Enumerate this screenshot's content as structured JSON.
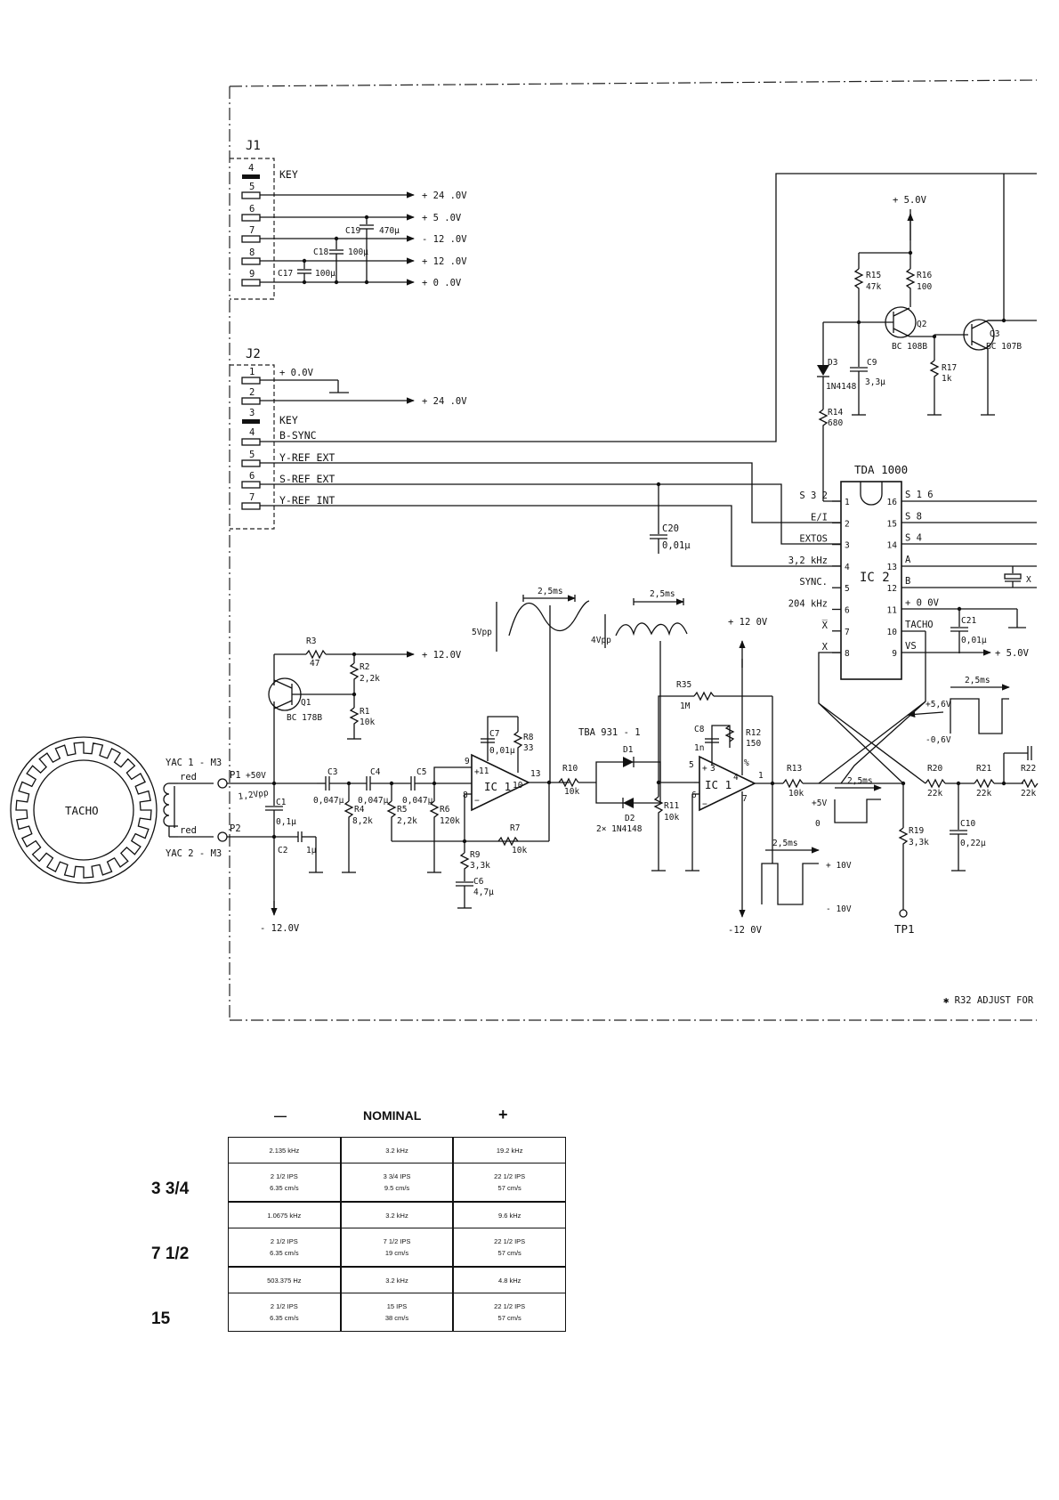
{
  "connectors": {
    "j1": {
      "title": "J1",
      "key_label": "KEY",
      "pins": [
        {
          "num": "4",
          "key": true,
          "label": "KEY"
        },
        {
          "num": "5",
          "out": "+ 24 .0V"
        },
        {
          "num": "6",
          "out": "+  5 .0V"
        },
        {
          "num": "7",
          "out": "- 12 .0V"
        },
        {
          "num": "8",
          "out": "+ 12 .0V"
        },
        {
          "num": "9",
          "out": "+  0 .0V"
        }
      ],
      "caps": {
        "c19": "C19",
        "c19_val": "470μ",
        "c18": "C18",
        "c18_val": "100μ",
        "c17": "C17",
        "c17_val": "100μ"
      }
    },
    "j2": {
      "title": "J2",
      "pins": [
        {
          "num": "1",
          "label": "+ 0.0V"
        },
        {
          "num": "2",
          "label": "",
          "out": "+ 24 .0V"
        },
        {
          "num": "3",
          "key": true,
          "label": "KEY"
        },
        {
          "num": "4",
          "label": "B-SYNC"
        },
        {
          "num": "5",
          "label": "Y-REF EXT"
        },
        {
          "num": "6",
          "label": "S-REF EXT"
        },
        {
          "num": "7",
          "label": "Y-REF INT"
        }
      ]
    }
  },
  "components": {
    "q1": {
      "ref": "Q1",
      "part": "BC 178B"
    },
    "q2": {
      "ref": "Q2",
      "part": "BC 108B"
    },
    "q3": {
      "ref": "Q3",
      "part": "BC 107B"
    },
    "r1": {
      "ref": "R1",
      "val": "10k"
    },
    "r2": {
      "ref": "R2",
      "val": "2,2k"
    },
    "r3": {
      "ref": "R3",
      "val": "47"
    },
    "r4": {
      "ref": "R4",
      "val": "8,2k"
    },
    "r5": {
      "ref": "R5",
      "val": "2,2k"
    },
    "r6": {
      "ref": "R6",
      "val": "120k"
    },
    "r7": {
      "ref": "R7",
      "val": "10k"
    },
    "r8": {
      "ref": "R8",
      "val": "33"
    },
    "r9": {
      "ref": "R9",
      "val": "3,3k"
    },
    "r10": {
      "ref": "R10",
      "val": "10k"
    },
    "r11": {
      "ref": "R11",
      "val": "10k"
    },
    "r12": {
      "ref": "R12",
      "val": "150"
    },
    "r13": {
      "ref": "R13",
      "val": "10k"
    },
    "r14": {
      "ref": "R14",
      "val": "680"
    },
    "r15": {
      "ref": "R15",
      "val": "47k"
    },
    "r16": {
      "ref": "R16",
      "val": "100"
    },
    "r17": {
      "ref": "R17",
      "val": "1k"
    },
    "r19": {
      "ref": "R19",
      "val": "3,3k"
    },
    "r20": {
      "ref": "R20",
      "val": "22k"
    },
    "r21": {
      "ref": "R21",
      "val": "22k"
    },
    "r22": {
      "ref": "R22",
      "val": "22k"
    },
    "r35": {
      "ref": "R35",
      "val": "1M"
    },
    "c1": {
      "ref": "C1",
      "val": "0,1μ"
    },
    "c2": {
      "ref": "C2",
      "val": "1μ"
    },
    "c3": {
      "ref": "C3",
      "val": "0,047μ"
    },
    "c4": {
      "ref": "C4",
      "val": "0,047μ"
    },
    "c5": {
      "ref": "C5",
      "val": "0,047μ"
    },
    "c6": {
      "ref": "C6",
      "val": "4,7μ"
    },
    "c7": {
      "ref": "C7",
      "val": "0,01μ"
    },
    "c8": {
      "ref": "C8",
      "val": "1n"
    },
    "c9": {
      "ref": "C9",
      "val": "3,3μ"
    },
    "c10": {
      "ref": "C10",
      "val": "0,22μ"
    },
    "c20": {
      "ref": "C20",
      "val": "0,01μ"
    },
    "c21": {
      "ref": "C21",
      "val": "0,01μ"
    },
    "d1": {
      "ref": "D1"
    },
    "d2": {
      "ref": "D2",
      "val": "2× 1N4148"
    },
    "d3": {
      "ref": "D3",
      "val": "1N4148"
    },
    "tba": "TBA 931 - 1",
    "ic1a": "IC 1",
    "ic1b": "IC 1",
    "ic2_part": "TDA 1000",
    "ic2_ref": "IC 2"
  },
  "ic2_pins_left": [
    {
      "num": "1",
      "label": "S 3 2"
    },
    {
      "num": "2",
      "label": "E/I"
    },
    {
      "num": "3",
      "label": "EXTOS"
    },
    {
      "num": "4",
      "label": "3,2 kHz"
    },
    {
      "num": "5",
      "label": "SYNC."
    },
    {
      "num": "6",
      "label": "204 kHz"
    },
    {
      "num": "7",
      "label": "X̅"
    },
    {
      "num": "8",
      "label": "X"
    }
  ],
  "ic2_pins_right": [
    {
      "num": "16",
      "label": "S 1 6"
    },
    {
      "num": "15",
      "label": "S 8"
    },
    {
      "num": "14",
      "label": "S 4"
    },
    {
      "num": "13",
      "label": "A"
    },
    {
      "num": "12",
      "label": "B"
    },
    {
      "num": "11",
      "label": "+ 0 0V"
    },
    {
      "num": "10",
      "label": "TACHO"
    },
    {
      "num": "9",
      "label": "VS"
    }
  ],
  "ic1_pins": {
    "a_in_plus": "11",
    "a_in_minus": "8",
    "a_top": "9",
    "a_out": "10",
    "a_13": "13",
    "b_plus": "3",
    "b_minus": "6",
    "b_top": "5",
    "b_4": "4",
    "b_out": "1",
    "b_7": "7",
    "b_pct": "%"
  },
  "rails": {
    "p5v": "+ 5.0V",
    "p12_q1": "+ 12.0V",
    "p12_ic": "+ 12 0V",
    "m12_ic": "-12 0V",
    "m12_in": "- 12.0V",
    "p5v_vs": "+ 5.0V",
    "p50v": "+50V"
  },
  "tacho": {
    "label": "TACHO",
    "yac1": "YAC 1 - M3",
    "yac2": "YAC 2 - M3",
    "wire1": "red",
    "wire2": "red",
    "p1": "P1",
    "p2": "P2",
    "vpp": "1,2Vpp"
  },
  "waveforms": {
    "w1_period": "2,5ms",
    "w1_amp": "5Vpp",
    "w2_period": "2,5ms",
    "w2_amp": "4Vpp",
    "w3_period": "2,5ms",
    "w3_hi": "+5V",
    "w3_lo": "0",
    "w4_period": "2,5ms",
    "w4_hi": "+ 10V",
    "w4_lo": "- 10V",
    "w5_period": "2,5ms",
    "w5_hi": "+5,6V",
    "w5_lo": "-0,6V"
  },
  "test_point": "TP1",
  "pin_x_label": "X",
  "footnote": "✱ R32 ADJUST FOR",
  "speed_table": {
    "header_minus": "—",
    "header_nominal": "NOMINAL",
    "header_plus": "+",
    "rows": [
      {
        "speed": "3 3/4",
        "freq": [
          "2.135 kHz",
          "3.2 kHz",
          "19.2 kHz"
        ],
        "ips": [
          "2 1/2 IPS",
          "3 3/4 IPS",
          "22 1/2 IPS"
        ],
        "cms": [
          "6.35 cm/s",
          "9.5 cm/s",
          "57 cm/s"
        ]
      },
      {
        "speed": "7 1/2",
        "freq": [
          "1.0675 kHz",
          "3.2 kHz",
          "9.6 kHz"
        ],
        "ips": [
          "2 1/2 IPS",
          "7 1/2 IPS",
          "22 1/2 IPS"
        ],
        "cms": [
          "6.35 cm/s",
          "19 cm/s",
          "57 cm/s"
        ]
      },
      {
        "speed": "15",
        "freq": [
          "503.375 Hz",
          "3.2 kHz",
          "4.8 kHz"
        ],
        "ips": [
          "2 1/2 IPS",
          "15 IPS",
          "22 1/2 IPS"
        ],
        "cms": [
          "6.35 cm/s",
          "38 cm/s",
          "57 cm/s"
        ]
      }
    ]
  }
}
